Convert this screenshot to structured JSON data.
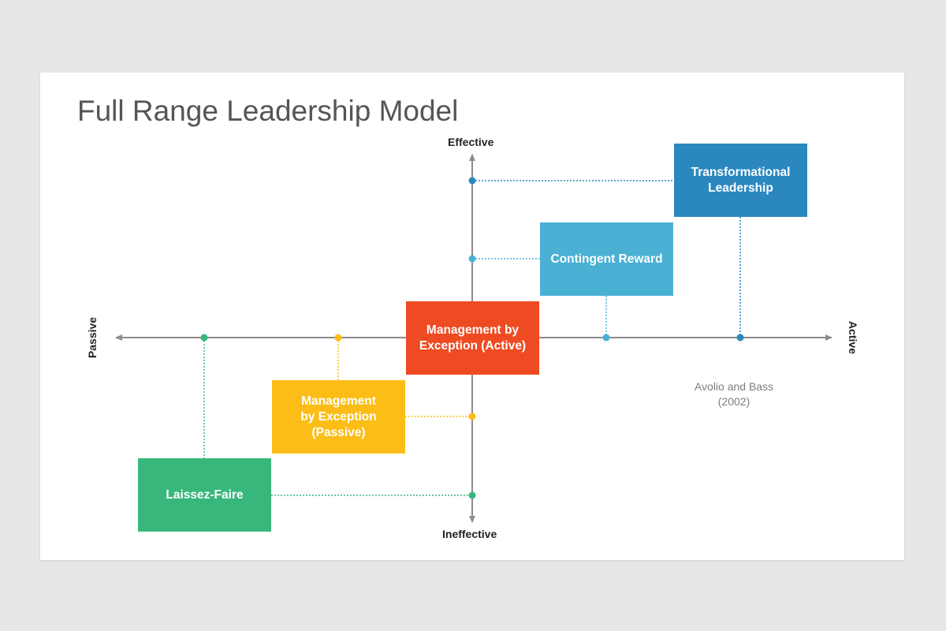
{
  "title": "Full Range Leadership Model",
  "axes": {
    "top": "Effective",
    "bottom": "Ineffective",
    "left": "Passive",
    "right": "Active"
  },
  "styles": [
    {
      "key": "transformational",
      "label": "Transformational\nLeadership",
      "color": "#2a88bf"
    },
    {
      "key": "contingent",
      "label": "Contingent Reward",
      "color": "#4ab0d4"
    },
    {
      "key": "mbe_active",
      "label": "Management by\nException (Active)",
      "color": "#ef4b22"
    },
    {
      "key": "mbe_passive",
      "label": "Management\nby Exception\n(Passive)",
      "color": "#fbbd16"
    },
    {
      "key": "laissez",
      "label": "Laissez-Faire",
      "color": "#38b77c"
    }
  ],
  "citation": "Avolio and Bass\n(2002)",
  "colors": {
    "axis": "#8c8c8c",
    "background": "#e8e7e8",
    "slide": "#ffffff"
  }
}
